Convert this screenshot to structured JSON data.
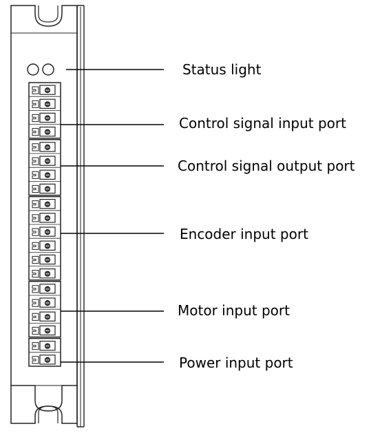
{
  "labels": {
    "status_light": "Status light",
    "control_signal_input_port": "Control signal input port",
    "control_signal_output_port": "Control signal output port",
    "encoder_input_port": "Encoder input port",
    "motor_input_port": "Motor input port",
    "power_input_port": "Power input port"
  },
  "connector": {
    "groups": [
      {
        "name": "control-signal-input",
        "pins": 4
      },
      {
        "name": "control-signal-output",
        "pins": 4
      },
      {
        "name": "encoder-input",
        "pins": 6
      },
      {
        "name": "motor-input",
        "pins": 4
      },
      {
        "name": "power-input",
        "pins": 2
      }
    ]
  },
  "status_leds": 2
}
